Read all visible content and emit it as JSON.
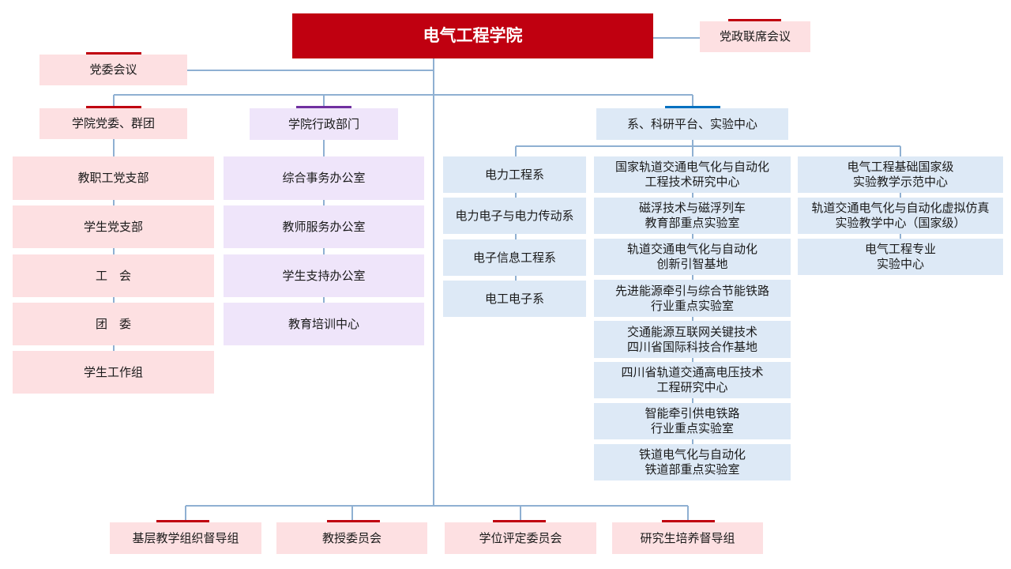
{
  "title": "电气工程学院",
  "side": {
    "lianxi": "党政联席会议",
    "dangwei": "党委会议"
  },
  "branches": {
    "party": {
      "label": "学院党委、群团",
      "items": [
        "教职工党支部",
        "学生党支部",
        "工　会",
        "团　委",
        "学生工作组"
      ]
    },
    "admin": {
      "label": "学院行政部门",
      "items": [
        "综合事务办公室",
        "教师服务办公室",
        "学生支持办公室",
        "教育培训中心"
      ]
    },
    "depts": {
      "label": "系、科研平台、实验中心",
      "departments": [
        "电力工程系",
        "电力电子与电力传动系",
        "电子信息工程系",
        "电工电子系"
      ],
      "platforms": [
        "国家轨道交通电气化与自动化\n工程技术研究中心",
        "磁浮技术与磁浮列车\n教育部重点实验室",
        "轨道交通电气化与自动化\n创新引智基地",
        "先进能源牵引与综合节能铁路\n行业重点实验室",
        "交通能源互联网关键技术\n四川省国际科技合作基地",
        "四川省轨道交通高电压技术\n工程研究中心",
        "智能牵引供电铁路\n行业重点实验室",
        "铁道电气化与自动化\n铁道部重点实验室"
      ],
      "centers": [
        "电气工程基础国家级\n实验教学示范中心",
        "轨道交通电气化与自动化虚拟仿真\n实验教学中心（国家级）",
        "电气工程专业\n实验中心"
      ]
    }
  },
  "committees": [
    "基层教学组织督导组",
    "教授委员会",
    "学位评定委员会",
    "研究生培养督导组"
  ],
  "colors": {
    "main_red": "#c00010",
    "pink": "#fde0e2",
    "purple": "#efe5fa",
    "blue": "#dde9f6",
    "connector": "#8fb0d2",
    "accent_purple": "#7030a0",
    "accent_blue": "#0070c0"
  }
}
